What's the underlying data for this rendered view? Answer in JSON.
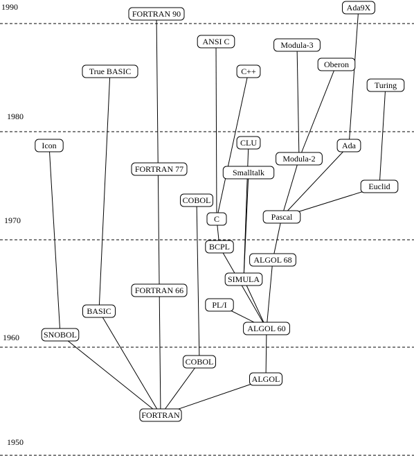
{
  "timeline": {
    "years": [
      {
        "id": "y1990",
        "label": "1990"
      },
      {
        "id": "y1980",
        "label": "1980"
      },
      {
        "id": "y1970",
        "label": "1970"
      },
      {
        "id": "y1960",
        "label": "1960"
      },
      {
        "id": "y1950",
        "label": "1950"
      }
    ]
  },
  "languages": [
    {
      "id": "fortran90",
      "label": "FORTRAN 90"
    },
    {
      "id": "ada9x",
      "label": "Ada9X"
    },
    {
      "id": "ansic",
      "label": "ANSI C"
    },
    {
      "id": "modula3",
      "label": "Modula-3"
    },
    {
      "id": "oberon",
      "label": "Oberon"
    },
    {
      "id": "truebasic",
      "label": "True BASIC"
    },
    {
      "id": "cpp",
      "label": "C++"
    },
    {
      "id": "turing",
      "label": "Turing"
    },
    {
      "id": "icon",
      "label": "Icon"
    },
    {
      "id": "clu",
      "label": "CLU"
    },
    {
      "id": "ada",
      "label": "Ada"
    },
    {
      "id": "modula2",
      "label": "Modula-2"
    },
    {
      "id": "fortran77",
      "label": "FORTRAN 77"
    },
    {
      "id": "smalltalk",
      "label": "Smalltalk"
    },
    {
      "id": "euclid",
      "label": "Euclid"
    },
    {
      "id": "cobol2",
      "label": "COBOL"
    },
    {
      "id": "c",
      "label": "C"
    },
    {
      "id": "pascal",
      "label": "Pascal"
    },
    {
      "id": "bcpl",
      "label": "BCPL"
    },
    {
      "id": "algol68",
      "label": "ALGOL 68"
    },
    {
      "id": "simula",
      "label": "SIMULA"
    },
    {
      "id": "fortran66",
      "label": "FORTRAN 66"
    },
    {
      "id": "pli",
      "label": "PL/I"
    },
    {
      "id": "basic",
      "label": "BASIC"
    },
    {
      "id": "algol60",
      "label": "ALGOL 60"
    },
    {
      "id": "snobol",
      "label": "SNOBOL"
    },
    {
      "id": "cobol",
      "label": "COBOL"
    },
    {
      "id": "algol",
      "label": "ALGOL"
    },
    {
      "id": "fortran",
      "label": "FORTRAN"
    }
  ],
  "edges": [
    [
      "fortran",
      "fortran90"
    ],
    [
      "fortran",
      "snobol"
    ],
    [
      "snobol",
      "icon"
    ],
    [
      "fortran",
      "basic"
    ],
    [
      "basic",
      "truebasic"
    ],
    [
      "fortran",
      "cobol"
    ],
    [
      "cobol",
      "cobol2"
    ],
    [
      "fortran",
      "algol"
    ],
    [
      "algol",
      "algol60"
    ],
    [
      "algol60",
      "pli"
    ],
    [
      "algol60",
      "simula"
    ],
    [
      "algol60",
      "bcpl"
    ],
    [
      "algol60",
      "algol68"
    ],
    [
      "simula",
      "smalltalk"
    ],
    [
      "simula",
      "clu"
    ],
    [
      "bcpl",
      "c"
    ],
    [
      "c",
      "ansic"
    ],
    [
      "c",
      "cpp"
    ],
    [
      "algol68",
      "pascal"
    ],
    [
      "pascal",
      "modula2"
    ],
    [
      "pascal",
      "ada"
    ],
    [
      "pascal",
      "euclid"
    ],
    [
      "euclid",
      "turing"
    ],
    [
      "modula2",
      "modula3"
    ],
    [
      "modula2",
      "oberon"
    ],
    [
      "ada",
      "ada9x"
    ]
  ]
}
